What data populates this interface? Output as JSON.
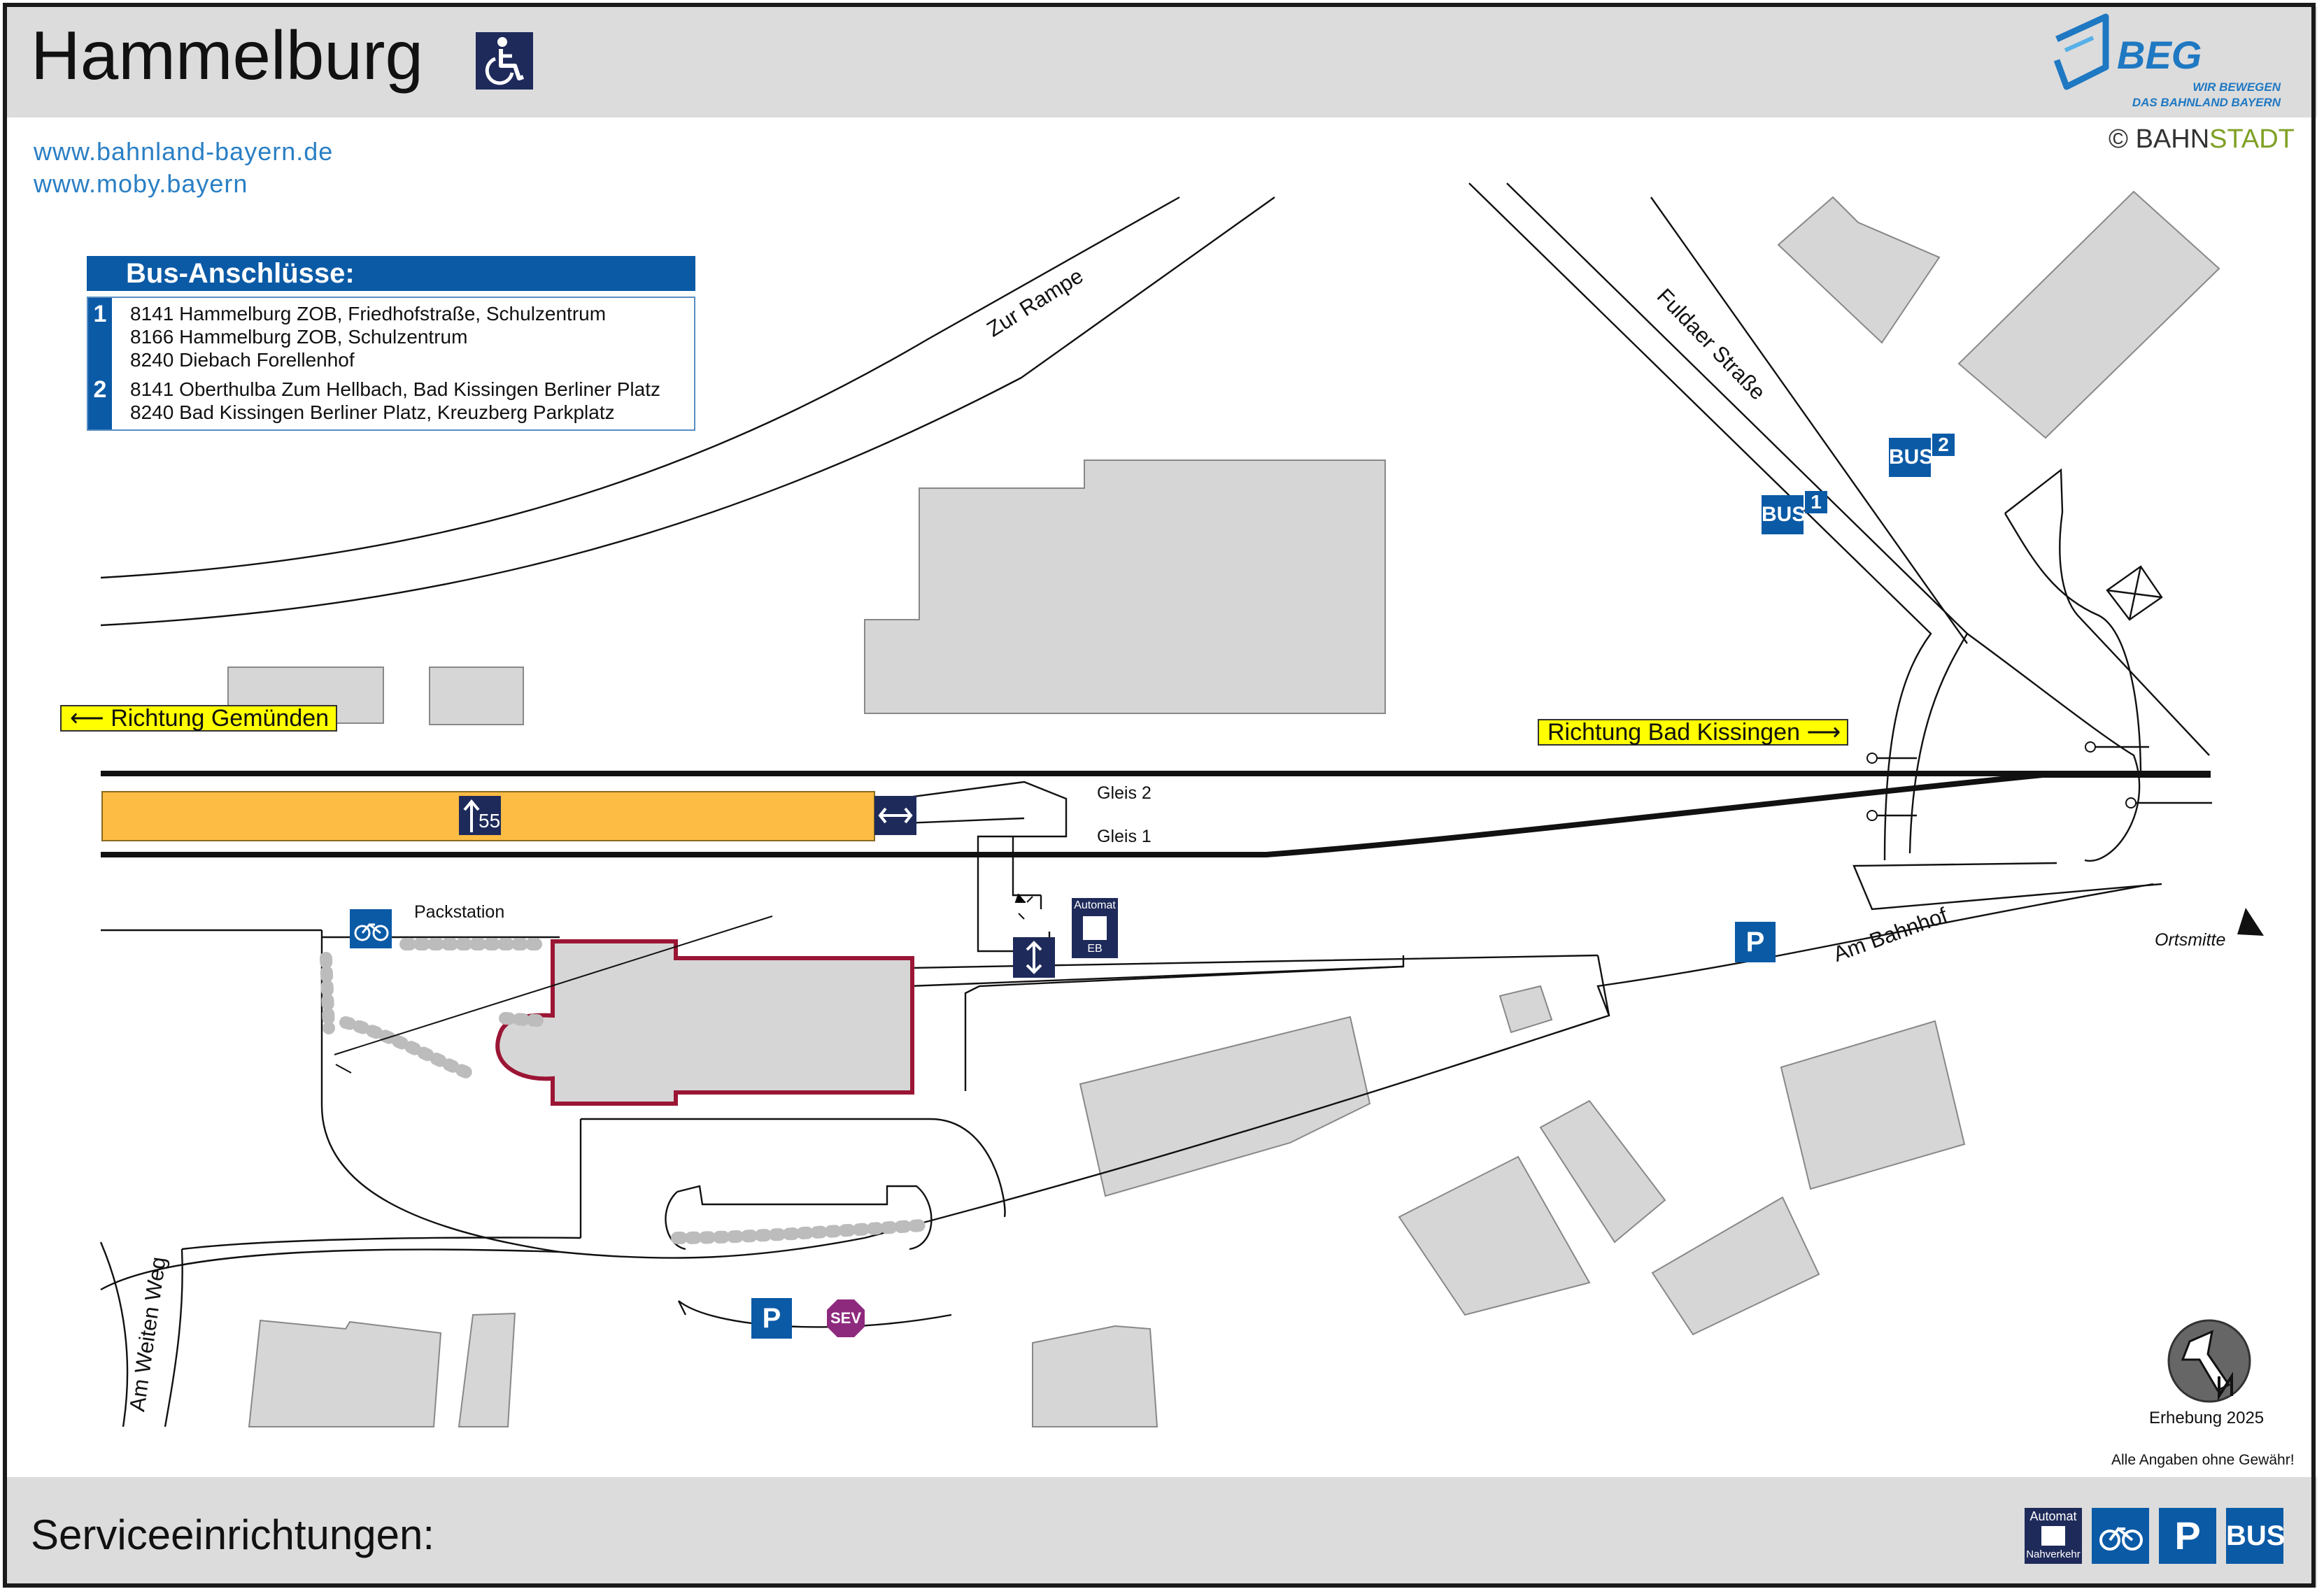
{
  "header": {
    "title": "Hammelburg",
    "accessibility_icon": "wheelchair-icon",
    "links": [
      "www.bahnland-bayern.de",
      "www.moby.bayern"
    ],
    "brand": {
      "name": "BEG",
      "tagline_1": "WIR BEWEGEN",
      "tagline_2": "DAS BAHNLAND BAYERN",
      "color": "#1f78c2"
    },
    "copyright": {
      "symbol": "©",
      "part1": "BAHN",
      "part2": "STADT"
    }
  },
  "bus_connections": {
    "title": "Bus-Anschlüsse:",
    "groups": [
      {
        "number": "1",
        "lines": [
          "8141 Hammelburg ZOB, Friedhofstraße, Schulzentrum",
          "8166 Hammelburg ZOB, Schulzentrum",
          "8240 Diebach Forellenhof"
        ]
      },
      {
        "number": "2",
        "lines": [
          "8141 Oberthulba Zum Hellbach, Bad Kissingen Berliner Platz",
          "8240 Bad Kissingen Berliner Platz, Kreuzberg Parkplatz"
        ]
      }
    ]
  },
  "map": {
    "direction_west": "Richtung Gemünden",
    "direction_east": "Richtung Bad Kissingen",
    "tracks": [
      "Gleis 2",
      "Gleis 1"
    ],
    "platform_height_label": "55",
    "packstation_label": "Packstation",
    "streets": {
      "zur_rampe": "Zur Rampe",
      "fuldaer_strasse": "Fuldaer Straße",
      "am_bahnhof": "Am Bahnhof",
      "am_weiten_weg": "Am Weiten Weg"
    },
    "bus_stops": [
      {
        "label": "BUS",
        "number": "1"
      },
      {
        "label": "BUS",
        "number": "2"
      }
    ],
    "parking_label": "P",
    "sev_label": "SEV",
    "ticket_machine": {
      "label": "Automat",
      "sub": "EB"
    },
    "ortsmitte": "Ortsmitte",
    "survey": "Erhebung 2025",
    "disclaimer": "Alle Angaben ohne Gewähr!",
    "colors": {
      "platform": "#fdbc43",
      "building": "#d6d6d6",
      "station_outline": "#9b1535",
      "info_blue": "#0b5aa6",
      "navy": "#1e2a5a",
      "sev": "#8e2a7e",
      "sign_yellow": "#ffff00"
    }
  },
  "footer": {
    "title": "Serviceeinrichtungen:",
    "icons": [
      {
        "icon": "ticket-machine-icon",
        "label": "Automat",
        "sub": "Nahverkehr"
      },
      {
        "icon": "bicycle-parking-icon"
      },
      {
        "icon": "parking-icon",
        "label": "P"
      },
      {
        "icon": "bus-icon",
        "label": "BUS"
      }
    ]
  }
}
